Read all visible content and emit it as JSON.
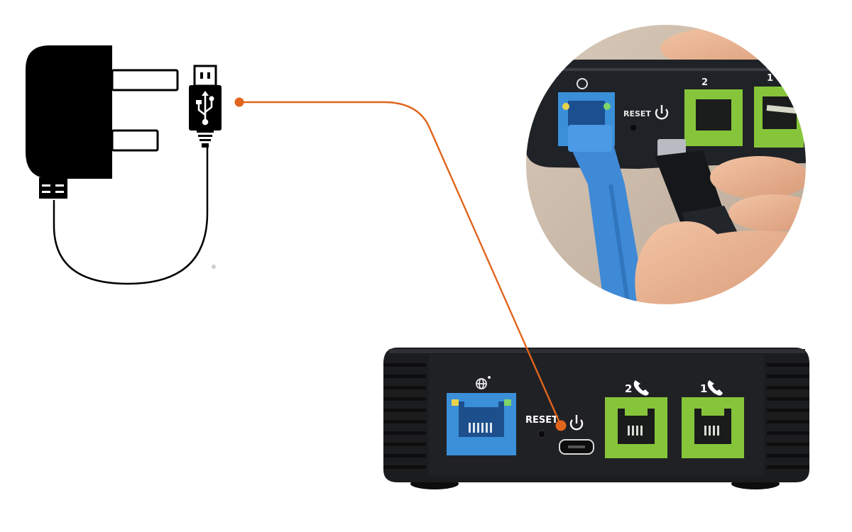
{
  "colors": {
    "connector": "#e0651d",
    "device_body": "#1b1c1e",
    "lan_port": "#3a8fd8",
    "phone_port": "#86c53a",
    "cable_blue": "#3f8ad6",
    "outline": "#111111"
  },
  "device": {
    "reset_label": "RESET",
    "phone_port_2_label": "2",
    "phone_port_1_label": "1",
    "icons": [
      "globe-icon",
      "power-icon",
      "phone-icon"
    ]
  },
  "inset_photo": {
    "reset_label": "RESET",
    "phone_port_2_label": "2",
    "phone_port_1_label": "1"
  },
  "adapter": {
    "icons": [
      "usb-icon"
    ]
  }
}
